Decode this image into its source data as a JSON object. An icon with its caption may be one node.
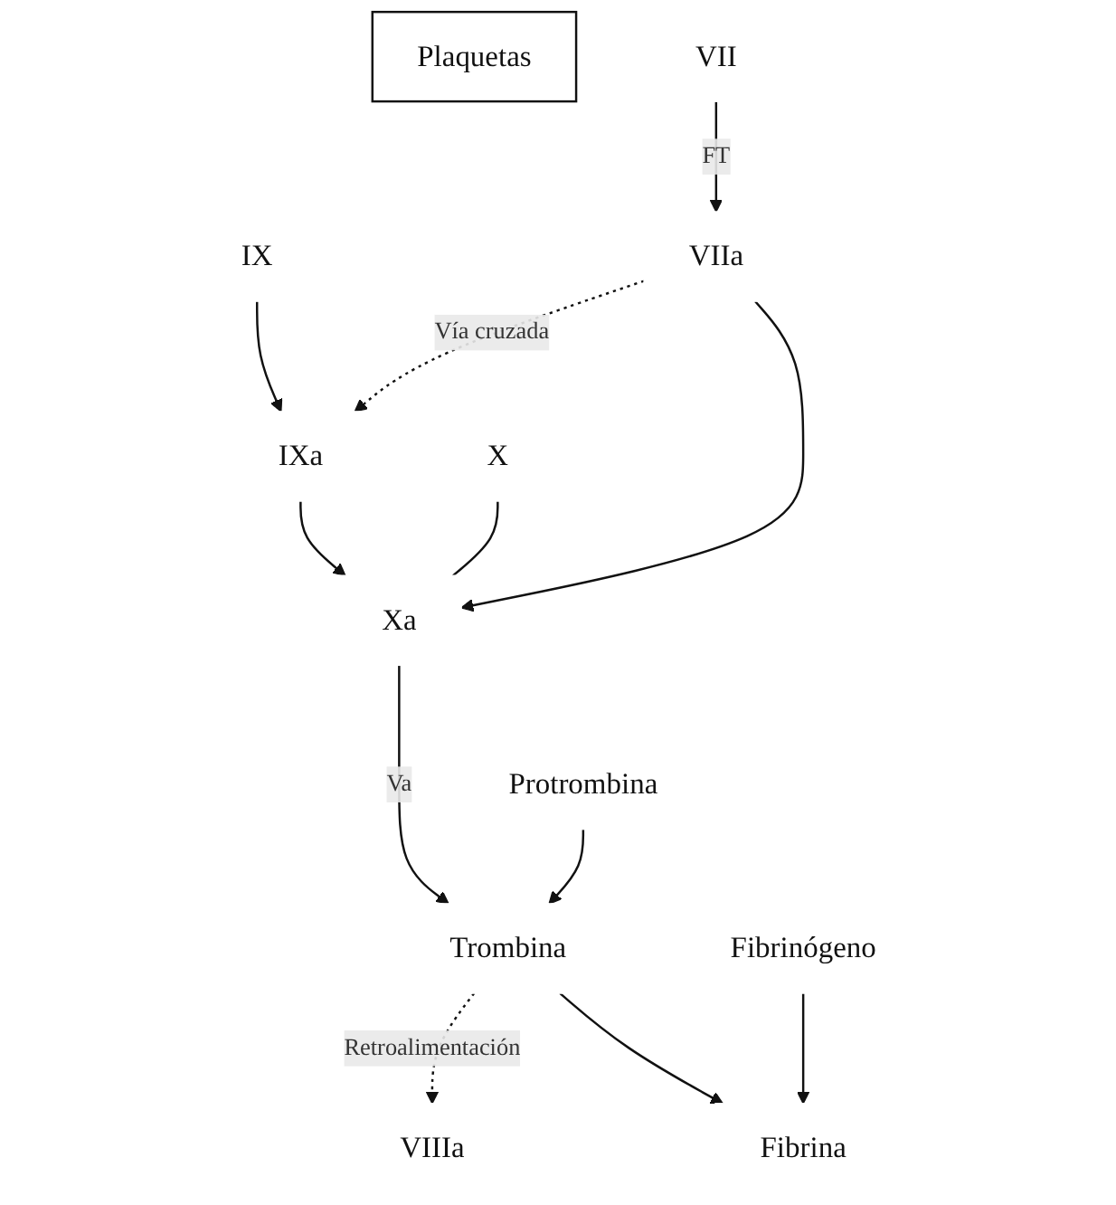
{
  "diagram": {
    "nodes": [
      {
        "text": [
          "IX"
        ]
      },
      {
        "text": [
          "IXa"
        ]
      },
      {
        "text": [
          "Plaquetas"
        ]
      },
      {
        "text": [
          "VIIIa"
        ]
      },
      {
        "text": [
          "VII"
        ]
      },
      {
        "text": [
          "VIIa"
        ]
      },
      {
        "text": [
          "X"
        ]
      },
      {
        "text": [
          "Xa"
        ]
      },
      {
        "text": [
          "Protrombina"
        ]
      },
      {
        "text": [
          "Trombina"
        ]
      },
      {
        "text": [
          "Fibrinógeno"
        ]
      },
      {
        "text": [
          "Fibrina"
        ]
      }
    ],
    "edges": [
      {
        "from": 0,
        "to": 1,
        "arrow": "to"
      },
      {
        "from": 5,
        "to": 1,
        "arrow": "to",
        "label": "Vía cruzada",
        "style": "dashed"
      },
      {
        "from": 4,
        "to": 5,
        "arrow": "to",
        "label": "FT"
      },
      {
        "from": 1,
        "to": 7,
        "arrow": "to"
      },
      {
        "from": 6,
        "to": 7,
        "arrow": "none"
      },
      {
        "from": 5,
        "to": 7,
        "arrow": "to"
      },
      {
        "from": 7,
        "to": 9,
        "arrow": "to",
        "label": "Va"
      },
      {
        "from": 8,
        "to": 9,
        "arrow": "to"
      },
      {
        "from": 9,
        "to": 3,
        "arrow": "to",
        "label": "Retroalimentación",
        "style": "dashed"
      },
      {
        "from": 9,
        "to": 11,
        "arrow": "to"
      },
      {
        "from": 10,
        "to": 11,
        "arrow": "to"
      }
    ]
  }
}
